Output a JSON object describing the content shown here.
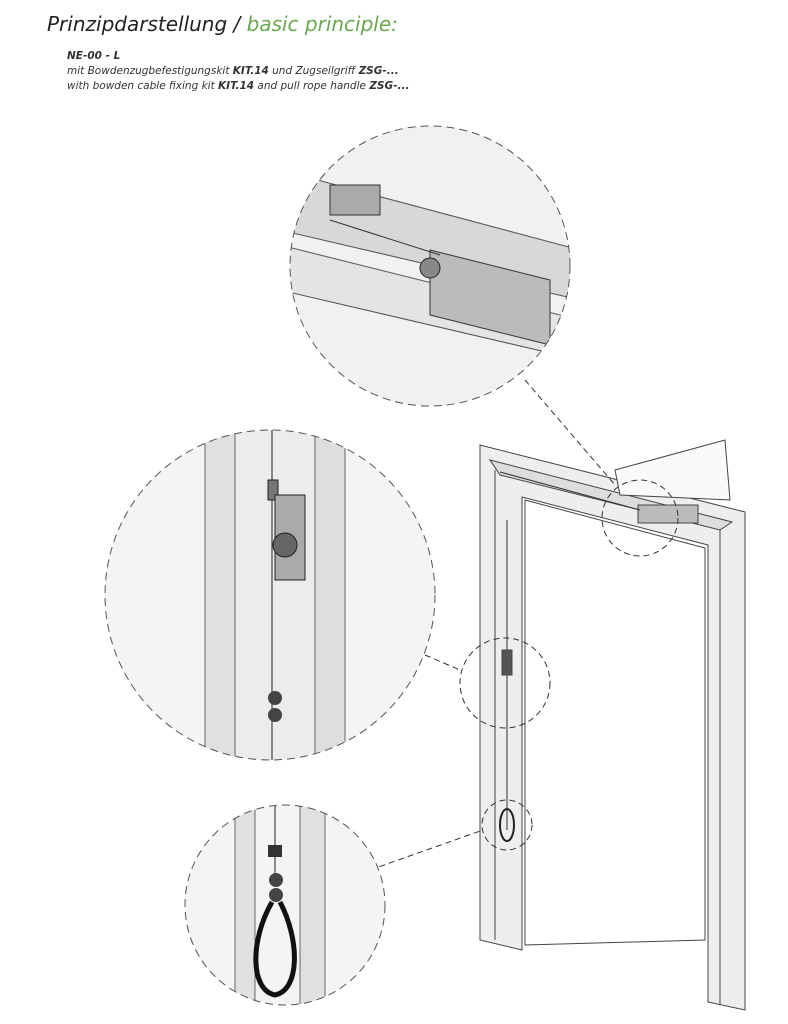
{
  "header": {
    "title_de": "Prinzipdarstellung",
    "separator": " / ",
    "title_en": "basic principle:"
  },
  "description": {
    "model": "NE-00 - L",
    "de": {
      "pre": "mit Bowdenzugbefestigungskit ",
      "kit": "KIT.14",
      "mid": " und Zugseilgriff ",
      "handle": "ZSG-..."
    },
    "en": {
      "pre": "with bowden cable fixing kit ",
      "kit": "KIT.14",
      "mid": " and pull rope handle ",
      "handle": "ZSG-..."
    }
  },
  "colors": {
    "accent": "#6aa84f",
    "text": "#222222",
    "line": "#555555"
  }
}
